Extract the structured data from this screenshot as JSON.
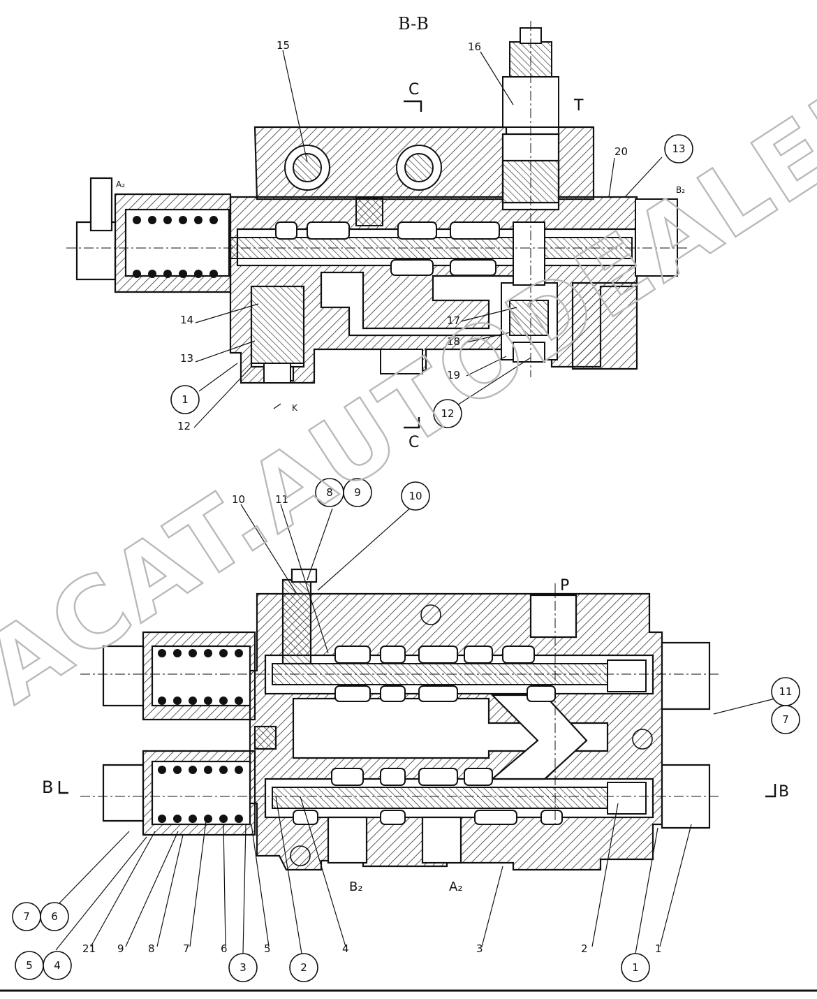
{
  "section_title": "B-B",
  "section_markers": {
    "c_top": "C",
    "c_bottom": "C",
    "b_left": "B",
    "b_right": "B"
  },
  "port_labels": {
    "t": "T",
    "p": "P",
    "k": "K",
    "a2": "A₂",
    "b2": "B₂",
    "a2_small": "A₂",
    "b2_small": "B₂"
  },
  "top_callouts": {
    "n15": "15",
    "n16": "16",
    "n20": "20",
    "n14": "14",
    "n13": "13",
    "n12": "12",
    "n17": "17",
    "n18": "18",
    "n19": "19"
  },
  "top_circled": {
    "c13": "13",
    "c1": "1",
    "c12": "12"
  },
  "bottom_callouts": {
    "n10": "10",
    "n11": "11",
    "n21": "21",
    "n9": "9",
    "n8": "8",
    "n7": "7",
    "n6": "6",
    "n5": "5",
    "n4": "4",
    "n3": "3",
    "n2": "2",
    "n1": "1"
  },
  "bottom_circled": {
    "c8": "8",
    "c9": "9",
    "c10": "10",
    "c11": "11",
    "c7r": "7",
    "c7": "7",
    "c6": "6",
    "c5": "5",
    "c4": "4",
    "c3": "3",
    "c2": "2",
    "c1": "1"
  },
  "watermark": "ACAT.AUTODEALER.RU",
  "colors": {
    "line": "#111111",
    "hatch": "#333333",
    "watermark": "#b9b9b9"
  }
}
